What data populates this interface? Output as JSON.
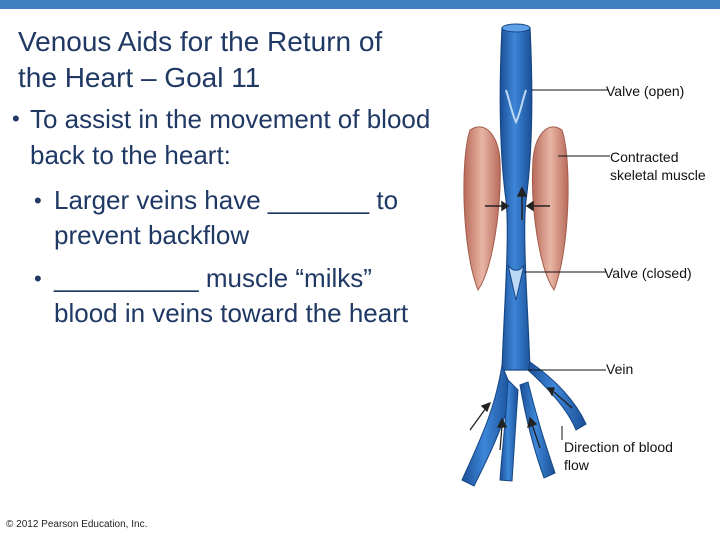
{
  "slide": {
    "title_line1": "Venous Aids for the Return of",
    "title_line2": "the Heart – Goal 11",
    "bullet_main": "To assist in the movement of blood back to the heart:",
    "sub_bullets": [
      "Larger veins have _______ to prevent backflow",
      "__________ muscle “milks” blood in veins toward the heart"
    ],
    "copyright": "© 2012 Pearson Education, Inc."
  },
  "figure": {
    "labels": {
      "valve_open": "Valve (open)",
      "contracted_muscle": "Contracted skeletal muscle",
      "valve_closed": "Valve (closed)",
      "vein": "Vein",
      "direction": "Direction of blood flow"
    },
    "colors": {
      "accent_bar": "#3f7fbf",
      "title_text": "#1f3864",
      "vein_blue": "#2d6fc4",
      "vein_dark": "#1b4f96",
      "muscle_red": "#c9806f",
      "muscle_light": "#e8b5a5"
    }
  }
}
